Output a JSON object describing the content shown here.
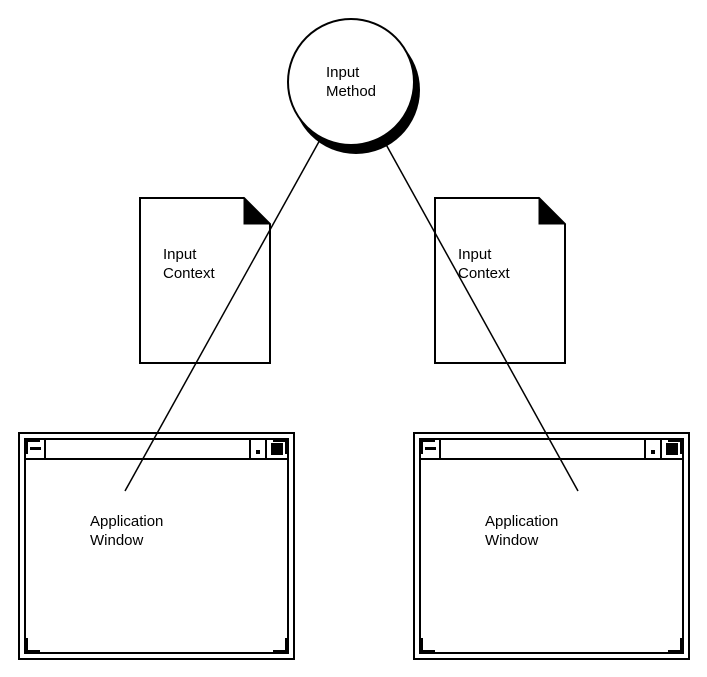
{
  "nodes": {
    "input_method": "Input\nMethod",
    "input_context_left": "Input\nContext",
    "input_context_right": "Input\nContext",
    "app_window_left": "Application\nWindow",
    "app_window_right": "Application\nWindow"
  },
  "icons": {
    "window_menu": "dash",
    "minimize": "small-dot-square",
    "maximize": "filled-square",
    "document_fold": "folded-corner-top-right"
  },
  "colors": {
    "ink": "#000000",
    "paper": "#ffffff"
  }
}
